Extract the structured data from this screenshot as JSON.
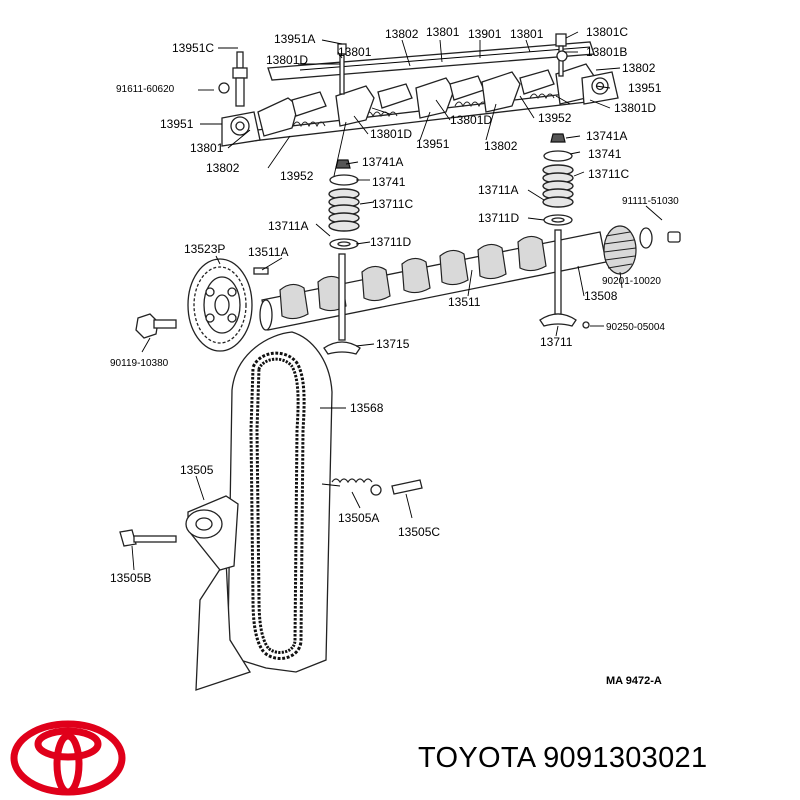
{
  "caption": "TOYOTA 9091303021",
  "brand_color": "#e0001a",
  "icons": [
    "toyota-logo-icon"
  ],
  "figure_code": "MA 9472-A",
  "labels": {
    "l13951C": "13951C",
    "l13951A": "13951A",
    "l13801D_a": "13801D",
    "l13801_a": "13801",
    "l13802_a": "13802",
    "l13801_b": "13801",
    "l13901": "13901",
    "l13801_c": "13801",
    "l13801C": "13801C",
    "l13801B": "13801B",
    "l13802_b": "13802",
    "l91611": "91611-60620",
    "l13951_a": "13951",
    "l13951_b": "13951",
    "l13801_d": "13801",
    "l13801D_b": "13801D",
    "l13801D_c": "13801D",
    "l13951_c": "13951",
    "l13801D_d": "13801D",
    "l13952_a": "13952",
    "l13802_c": "13802",
    "l13802_d": "13802",
    "l13952_b": "13952",
    "l13741A_a": "13741A",
    "l13741_a": "13741",
    "l13711C_a": "13711C",
    "l13711A_a": "13711A",
    "l13711D_a": "13711D",
    "l13741A_b": "13741A",
    "l13741_b": "13741",
    "l13711C_b": "13711C",
    "l13711A_b": "13711A",
    "l13711D_b": "13711D",
    "l91111": "91111-51030",
    "l13523P": "13523P",
    "l13511A": "13511A",
    "l13511": "13511",
    "l90201": "90201-10020",
    "l13508": "13508",
    "l90119": "90119-10380",
    "l13715": "13715",
    "l13711": "13711",
    "l90250": "90250-05004",
    "l13568": "13568",
    "l13505": "13505",
    "l13505A": "13505A",
    "l13505C": "13505C",
    "l13505B": "13505B"
  }
}
